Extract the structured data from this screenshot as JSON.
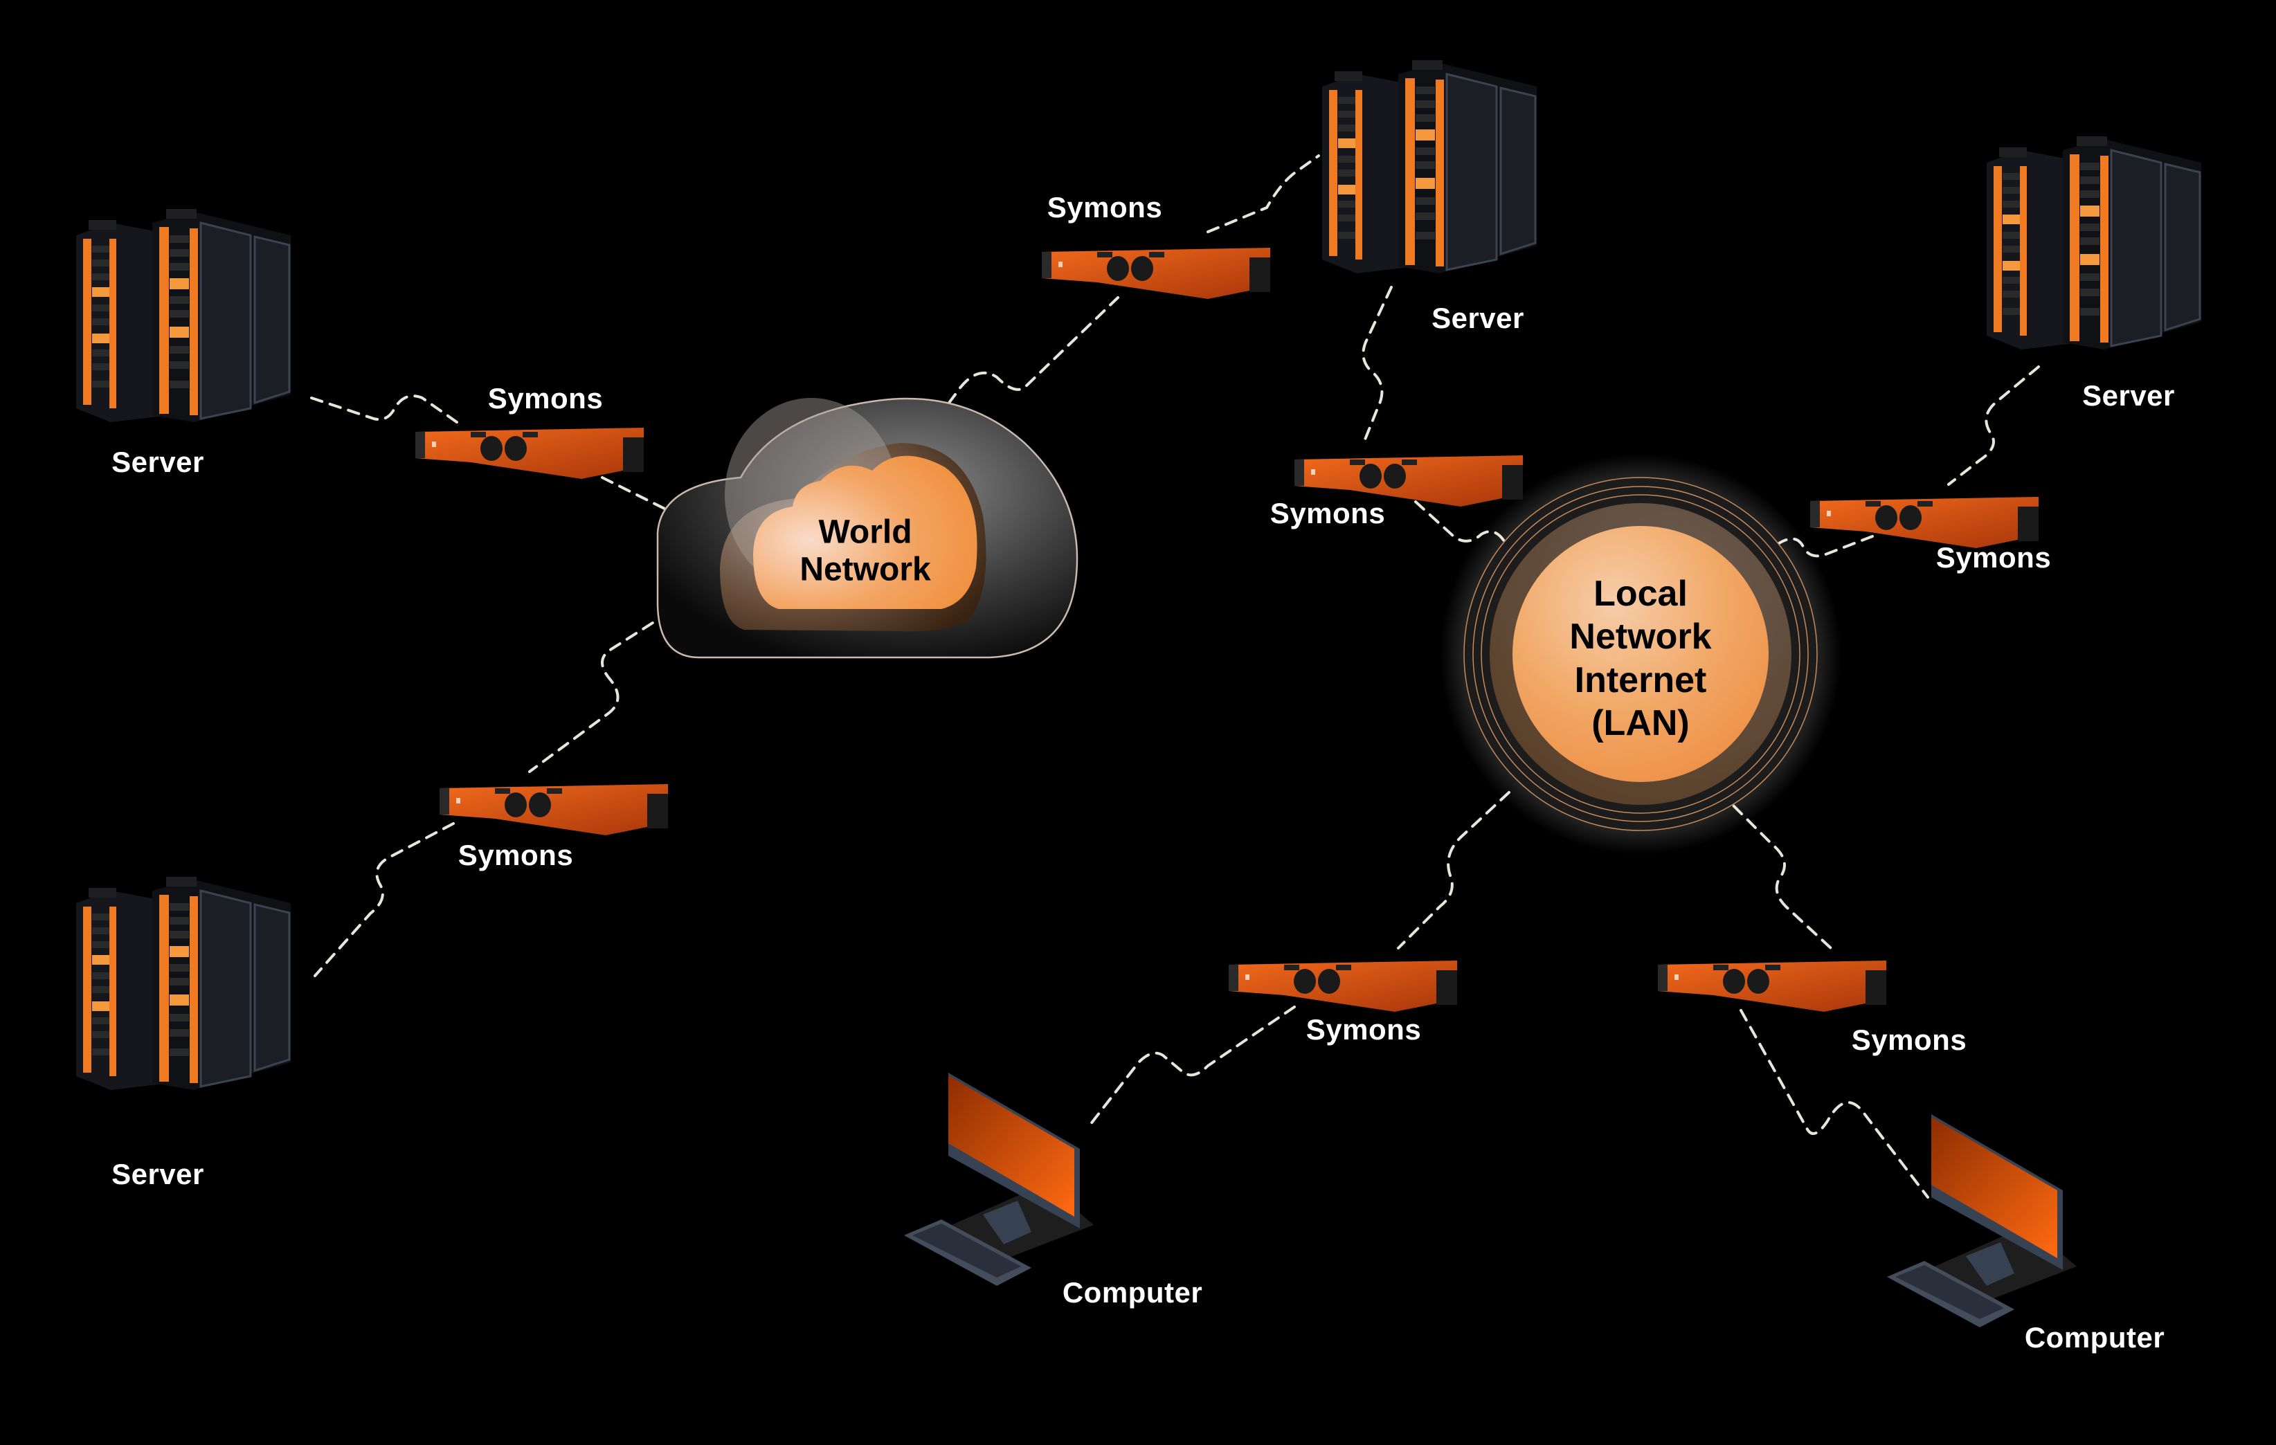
{
  "diagram": {
    "title": "",
    "colors": {
      "background": "#000000",
      "accent": "#f07a22",
      "device_orange": "#e8561a",
      "link": "#e8e6d8",
      "label": "#ffffff",
      "hub_text": "#000000"
    },
    "hubs": [
      {
        "id": "world",
        "shape": "cloud",
        "label_lines": [
          "World",
          "Network"
        ]
      },
      {
        "id": "lan",
        "shape": "circle",
        "label_lines": [
          "Local",
          "Network",
          "Internet",
          "(LAN)"
        ]
      }
    ],
    "nodes": [
      {
        "id": "server-tl",
        "type": "server",
        "label": "Server"
      },
      {
        "id": "server-bl",
        "type": "server",
        "label": "Server"
      },
      {
        "id": "server-tc",
        "type": "server",
        "label": "Server"
      },
      {
        "id": "server-tr",
        "type": "server",
        "label": "Server"
      },
      {
        "id": "symons-1",
        "type": "symons",
        "label": "Symons"
      },
      {
        "id": "symons-2",
        "type": "symons",
        "label": "Symons"
      },
      {
        "id": "symons-3",
        "type": "symons",
        "label": "Symons"
      },
      {
        "id": "symons-4",
        "type": "symons",
        "label": "Symons"
      },
      {
        "id": "symons-5",
        "type": "symons",
        "label": "Symons"
      },
      {
        "id": "symons-6",
        "type": "symons",
        "label": "Symons"
      },
      {
        "id": "symons-7",
        "type": "symons",
        "label": "Symons"
      },
      {
        "id": "computer-1",
        "type": "computer",
        "label": "Computer"
      },
      {
        "id": "computer-2",
        "type": "computer",
        "label": "Computer"
      }
    ],
    "edges": [
      {
        "from": "server-tl",
        "to": "symons-1"
      },
      {
        "from": "symons-1",
        "to": "world"
      },
      {
        "from": "world",
        "to": "symons-2"
      },
      {
        "from": "symons-2",
        "to": "server-bl"
      },
      {
        "from": "world",
        "to": "symons-3"
      },
      {
        "from": "symons-3",
        "to": "server-tc"
      },
      {
        "from": "server-tc",
        "to": "symons-4"
      },
      {
        "from": "symons-4",
        "to": "lan"
      },
      {
        "from": "server-tr",
        "to": "symons-5"
      },
      {
        "from": "symons-5",
        "to": "lan"
      },
      {
        "from": "lan",
        "to": "symons-6"
      },
      {
        "from": "symons-6",
        "to": "computer-1"
      },
      {
        "from": "lan",
        "to": "symons-7"
      },
      {
        "from": "symons-7",
        "to": "computer-2"
      }
    ],
    "link_style": "dashed"
  }
}
